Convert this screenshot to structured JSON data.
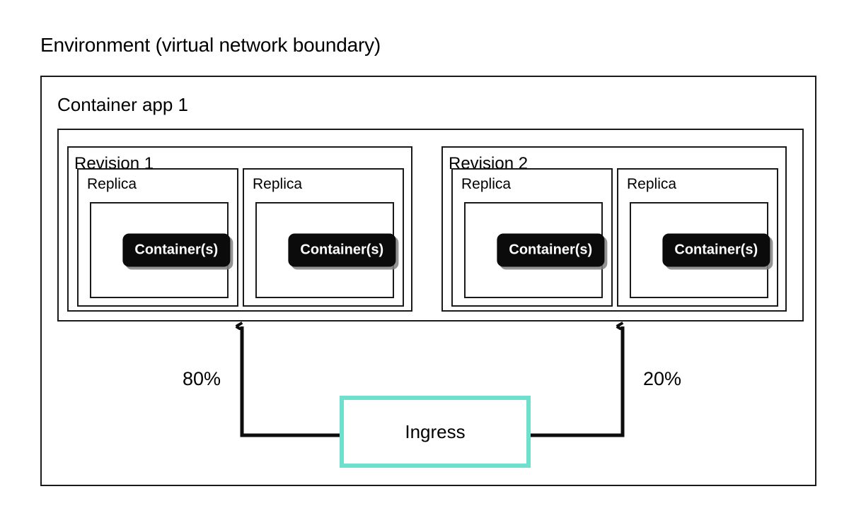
{
  "diagram": {
    "caption": "Environment (virtual network boundary)",
    "colors": {
      "line": "#1a1a1a",
      "ingress_border": "#6fe0ce",
      "container_fill": "#0b0b0b",
      "container_text": "#ffffff",
      "background": "#ffffff"
    }
  },
  "app": {
    "title": "Container app 1"
  },
  "revisions": [
    {
      "title": "Revision 1",
      "traffic_percent": "80%",
      "replicas": [
        {
          "label": "Replica",
          "container": "Container(s)"
        },
        {
          "label": "Replica",
          "container": "Container(s)"
        }
      ]
    },
    {
      "title": "Revision 2",
      "traffic_percent": "20%",
      "replicas": [
        {
          "label": "Replica",
          "container": "Container(s)"
        },
        {
          "label": "Replica",
          "container": "Container(s)"
        }
      ]
    }
  ],
  "ingress": {
    "label": "Ingress"
  }
}
